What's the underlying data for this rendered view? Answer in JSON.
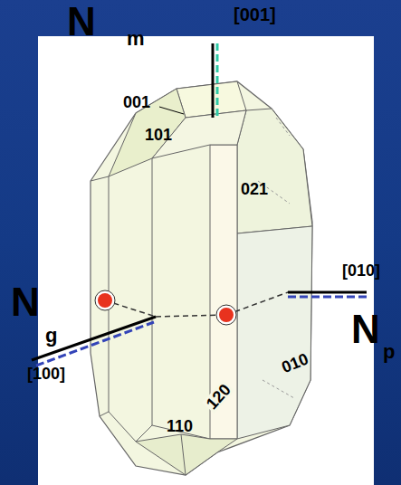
{
  "diagram": {
    "labels": [
      "N",
      "m",
      "[001]",
      "001",
      "101",
      "021",
      "[010]",
      "N",
      "g",
      "N",
      "p",
      "[100]",
      "010",
      "120",
      "110"
    ]
  }
}
